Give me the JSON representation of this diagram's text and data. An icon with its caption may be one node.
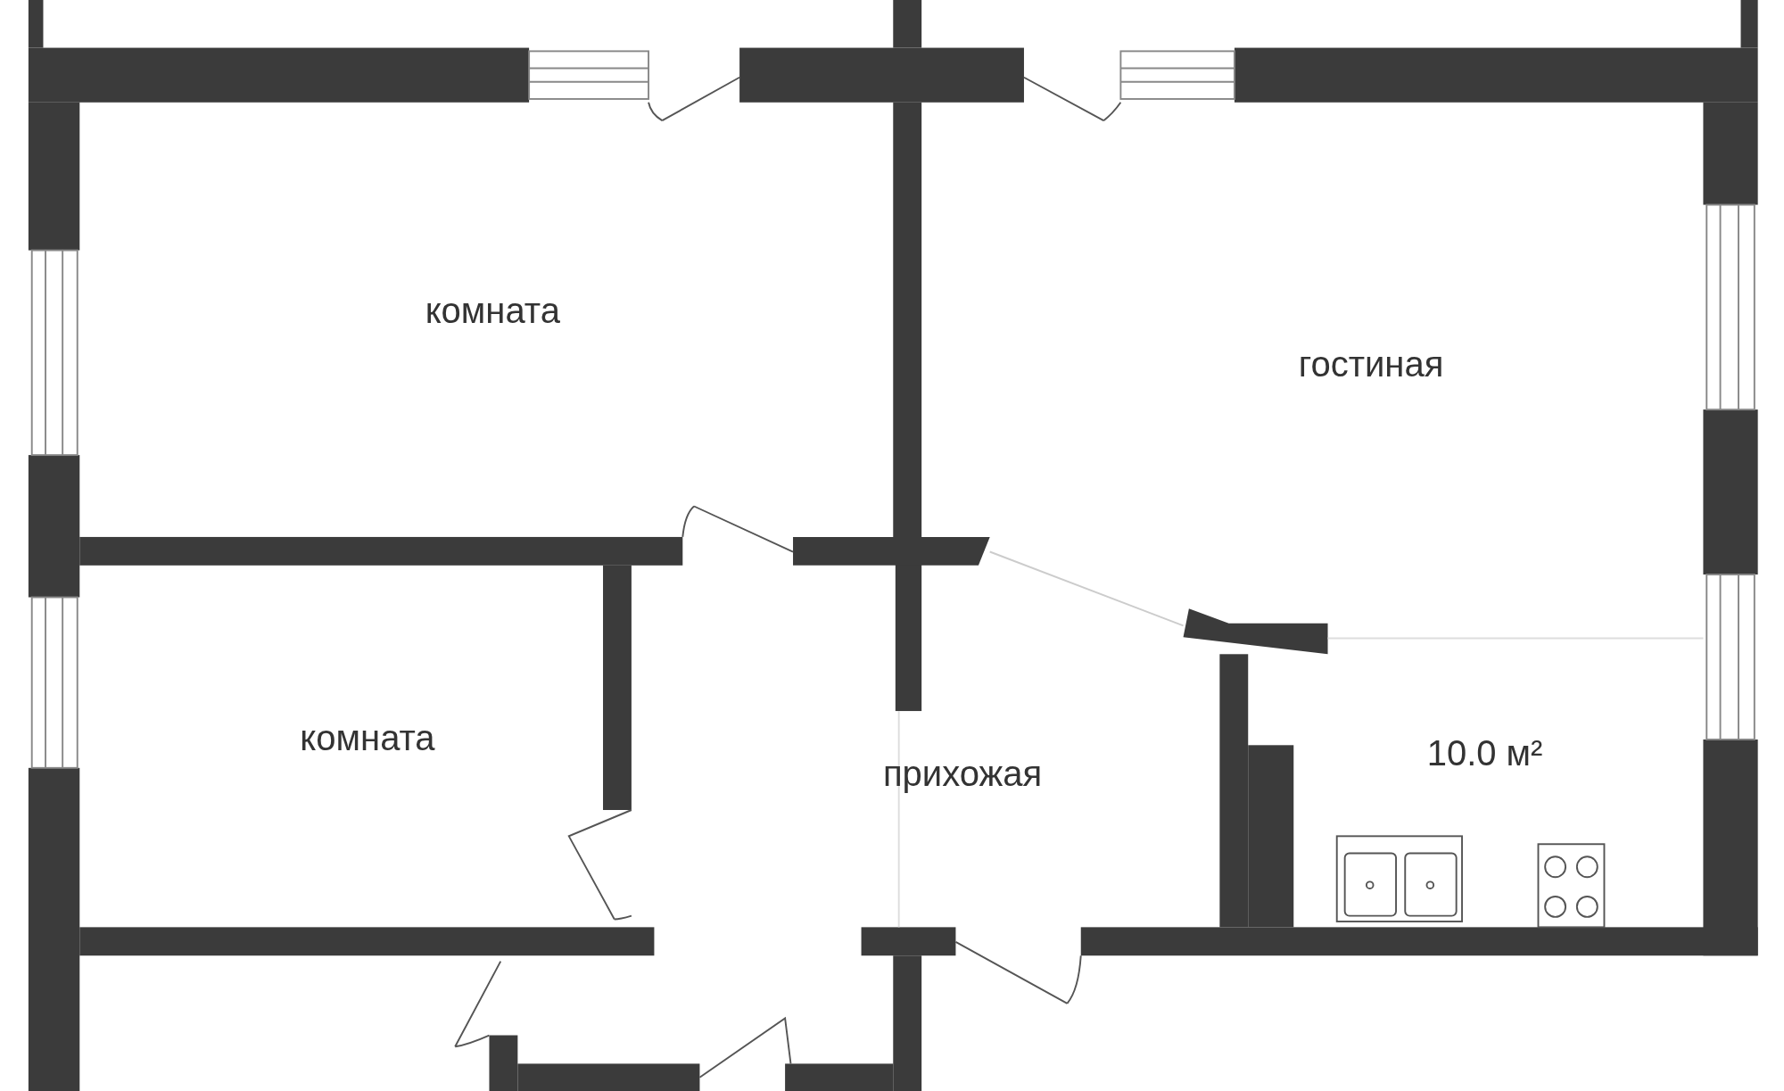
{
  "diagram": {
    "labels": [
      "комната",
      "гостиная",
      "комната",
      "прихожая",
      "10.0 м²"
    ]
  }
}
